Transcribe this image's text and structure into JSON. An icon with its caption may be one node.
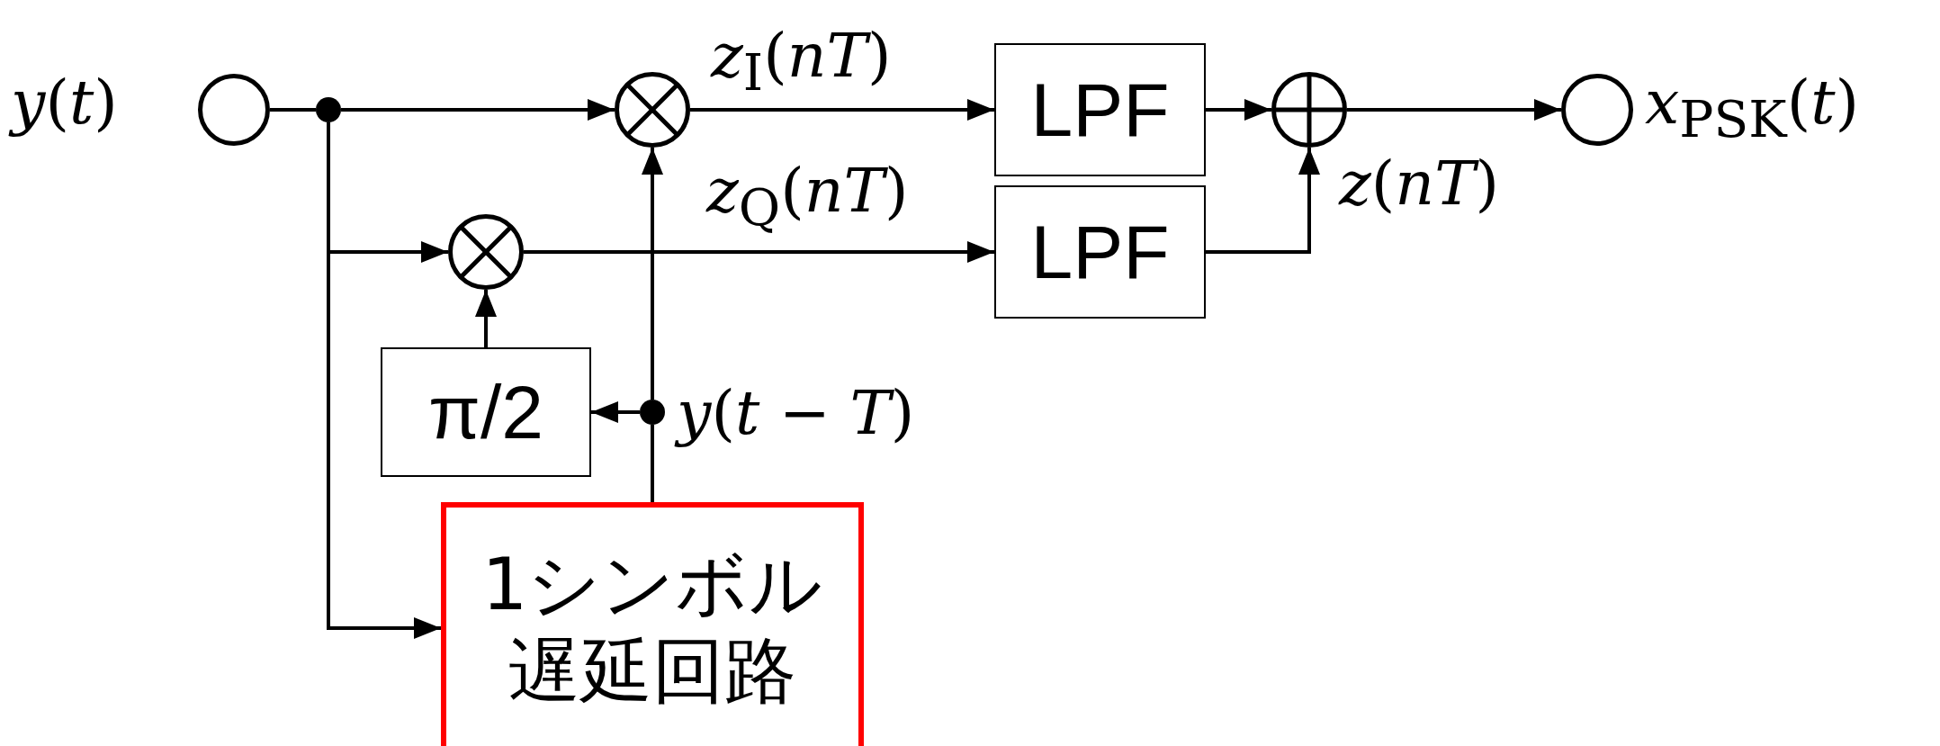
{
  "diagram": {
    "nodes": [
      {
        "text": [],
        "shape": "circle",
        "beside": [
          "*y*(*t*)"
        ]
      },
      {
        "text": [],
        "shape": "circle"
      },
      {
        "text": [],
        "shape": "circle"
      },
      {
        "text": [],
        "shape": "circle"
      },
      {
        "text": [
          "LPF"
        ]
      },
      {
        "text": [
          "LPF"
        ]
      },
      {
        "text": [],
        "shape": "circle"
      },
      {
        "text": [],
        "shape": "circle",
        "beside": [
          "*x*$_{PSK}$(*t*)"
        ]
      },
      {
        "text": [
          "π/2"
        ]
      },
      {
        "text": [],
        "shape": "circle",
        "beside": [
          "*y*(*t* − *T*)"
        ]
      },
      {
        "text": [
          "1シンボル遅延回路"
        ]
      }
    ],
    "edges": [
      {
        "from": 0,
        "to": 1,
        "arrow": "none"
      },
      {
        "from": 1,
        "to": 2,
        "arrow": "to"
      },
      {
        "from": 1,
        "to": 3,
        "arrow": "to"
      },
      {
        "from": 1,
        "to": 10,
        "arrow": "to"
      },
      {
        "from": 2,
        "to": 4,
        "arrow": "to",
        "label": "*z*$_{I}$(*nT*)"
      },
      {
        "from": 3,
        "to": 5,
        "arrow": "to",
        "label": "*z*$_{Q}$(*nT*)"
      },
      {
        "from": 4,
        "to": 6,
        "arrow": "to"
      },
      {
        "from": 5,
        "to": 6,
        "arrow": "to",
        "label": "*z*(*nT*)"
      },
      {
        "from": 6,
        "to": 7,
        "arrow": "to"
      },
      {
        "from": 10,
        "to": 9,
        "arrow": "none"
      },
      {
        "from": 9,
        "to": 2,
        "arrow": "to"
      },
      {
        "from": 9,
        "to": 8,
        "arrow": "to"
      },
      {
        "from": 8,
        "to": 3,
        "arrow": "to"
      }
    ]
  }
}
